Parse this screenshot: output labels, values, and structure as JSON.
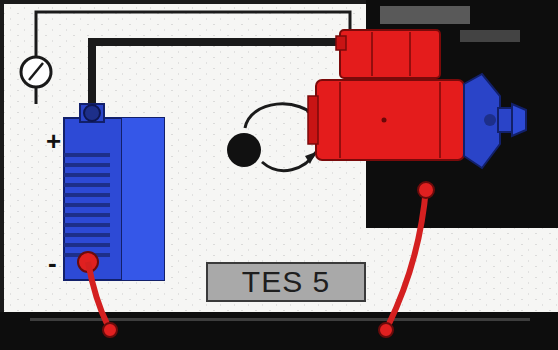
{
  "diagram": {
    "nodes": [
      {
        "text": [
          "TES 5"
        ]
      }
    ],
    "labels": [
      "+",
      "-"
    ]
  }
}
